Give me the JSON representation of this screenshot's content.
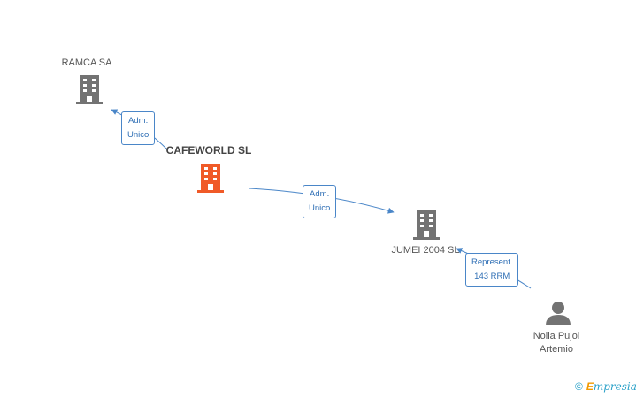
{
  "nodes": {
    "ramca": {
      "label": "RAMCA SA",
      "type": "company",
      "color": "#737373"
    },
    "cafeworld": {
      "label": "CAFEWORLD SL",
      "type": "company",
      "color": "#f05a28"
    },
    "jumei": {
      "label": "JUMEI 2004 SL",
      "type": "company",
      "color": "#737373"
    },
    "nolla": {
      "label_line1": "Nolla Pujol",
      "label_line2": "Artemio",
      "type": "person",
      "color": "#737373"
    }
  },
  "edges": {
    "cafeworld_ramca": {
      "line1": "Adm.",
      "line2": "Unico"
    },
    "cafeworld_jumei": {
      "line1": "Adm.",
      "line2": "Unico"
    },
    "nolla_jumei": {
      "line1": "Represent.",
      "line2": "143 RRM"
    }
  },
  "colors": {
    "edge": "#4a86c8"
  },
  "brand": {
    "copyright": "©",
    "initial": "E",
    "rest": "mpresia"
  }
}
